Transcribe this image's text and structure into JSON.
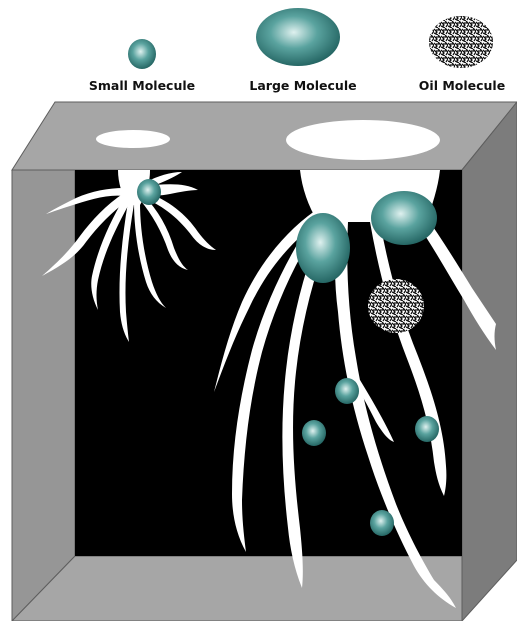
{
  "legend": {
    "small_label": "Small Molecule",
    "large_label": "Large Molecule",
    "oil_label": "Oil Molecule"
  },
  "colors": {
    "background": "#ffffff",
    "box_light": "#a6a6a6",
    "box_mid": "#969696",
    "box_dark": "#7c7c7c",
    "box_outline": "#5e5e5e",
    "cavity": "#000000",
    "pore": "#ffffff",
    "molecule_core": "#dff1ef",
    "molecule_mid": "#5aa39f",
    "molecule_edge": "#1f5f5d",
    "oil": "#111111"
  }
}
